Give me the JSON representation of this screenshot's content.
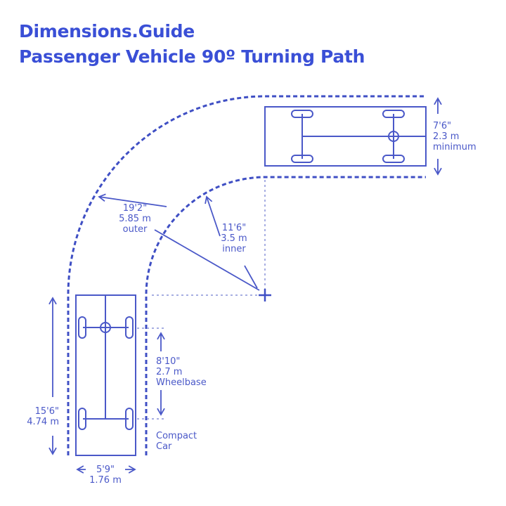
{
  "header": {
    "brand": "Dimensions.Guide",
    "title": "Passenger Vehicle 90º Turning Path"
  },
  "colors": {
    "title": "#3a4fd6",
    "line": "#4a58c8",
    "label": "#4a58c8",
    "background": "#ffffff"
  },
  "labels": {
    "lane_width": {
      "imperial": "7'6\"",
      "metric": "2.3 m",
      "note": "minimum"
    },
    "outer_radius": {
      "imperial": "19'2\"",
      "metric": "5.85 m",
      "note": "outer"
    },
    "inner_radius": {
      "imperial": "11'6\"",
      "metric": "3.5 m",
      "note": "inner"
    },
    "wheelbase": {
      "imperial": "8'10\"",
      "metric": "2.7 m",
      "note": "Wheelbase"
    },
    "length": {
      "imperial": "15'6\"",
      "metric": "4.74 m"
    },
    "width": {
      "imperial": "5'9\"",
      "metric": "1.76 m"
    },
    "vehicle_type": {
      "line1": "Compact",
      "line2": "Car"
    }
  }
}
